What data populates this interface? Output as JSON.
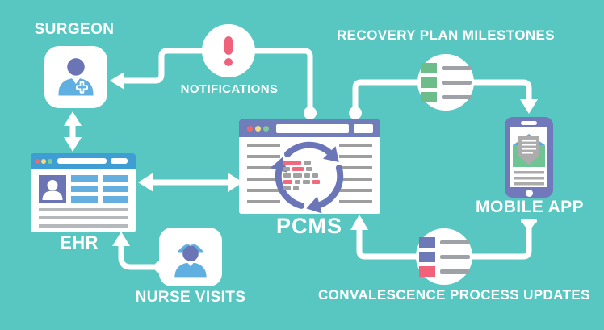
{
  "canvas": {
    "background": "#58C7C2"
  },
  "nodes": {
    "surgeon": {
      "label": "SURGEON",
      "icon": "surgeon-icon"
    },
    "notifications": {
      "label": "NOTIFICATIONS",
      "icon": "exclamation-icon"
    },
    "recovery_plan_milestones": {
      "label": "RECOVERY PLAN MILESTONES",
      "icon": "checklist-green-icon"
    },
    "ehr": {
      "label": "EHR",
      "icon": "browser-patient-record-icon"
    },
    "pcms": {
      "label": "PCMS",
      "icon": "browser-sync-icon"
    },
    "mobile_app": {
      "label": "MOBILE APP",
      "icon": "smartphone-message-icon"
    },
    "nurse_visits": {
      "label": "NURSE VISITS",
      "icon": "nurse-icon"
    },
    "convalescence_process_updates": {
      "label": "CONVALESCENCE PROCESS UPDATES",
      "icon": "checklist-blue-pink-icon"
    }
  },
  "edges": [
    {
      "from": "pcms",
      "via": "notifications",
      "to": "surgeon",
      "style": "arrow"
    },
    {
      "from": "surgeon",
      "to": "ehr",
      "style": "double-arrow"
    },
    {
      "from": "ehr",
      "to": "pcms",
      "style": "double-arrow"
    },
    {
      "from": "nurse_visits",
      "to": "ehr",
      "style": "arrow"
    },
    {
      "from": "pcms",
      "via": "recovery_plan_milestones",
      "to": "mobile_app",
      "style": "arrow"
    },
    {
      "from": "mobile_app",
      "via": "convalescence_process_updates",
      "to": "pcms",
      "style": "arrow"
    }
  ],
  "colors": {
    "background": "#58C7C2",
    "connector_white": "#FFFFFF",
    "purple": "#717CBB",
    "purple_dark": "#6B74B4",
    "blue": "#5FB0E0",
    "ehr_titlebar_blue": "#3E9ED3",
    "pink": "#F0617B",
    "dot_red": "#ED6A6A",
    "dot_yellow": "#F2DC82",
    "dot_green": "#7FCB98",
    "checklist_green": "#6CBD8A",
    "envelope_green": "#6FC494",
    "gray": "#9E9E9E",
    "gray_light": "#B6B9BC"
  }
}
